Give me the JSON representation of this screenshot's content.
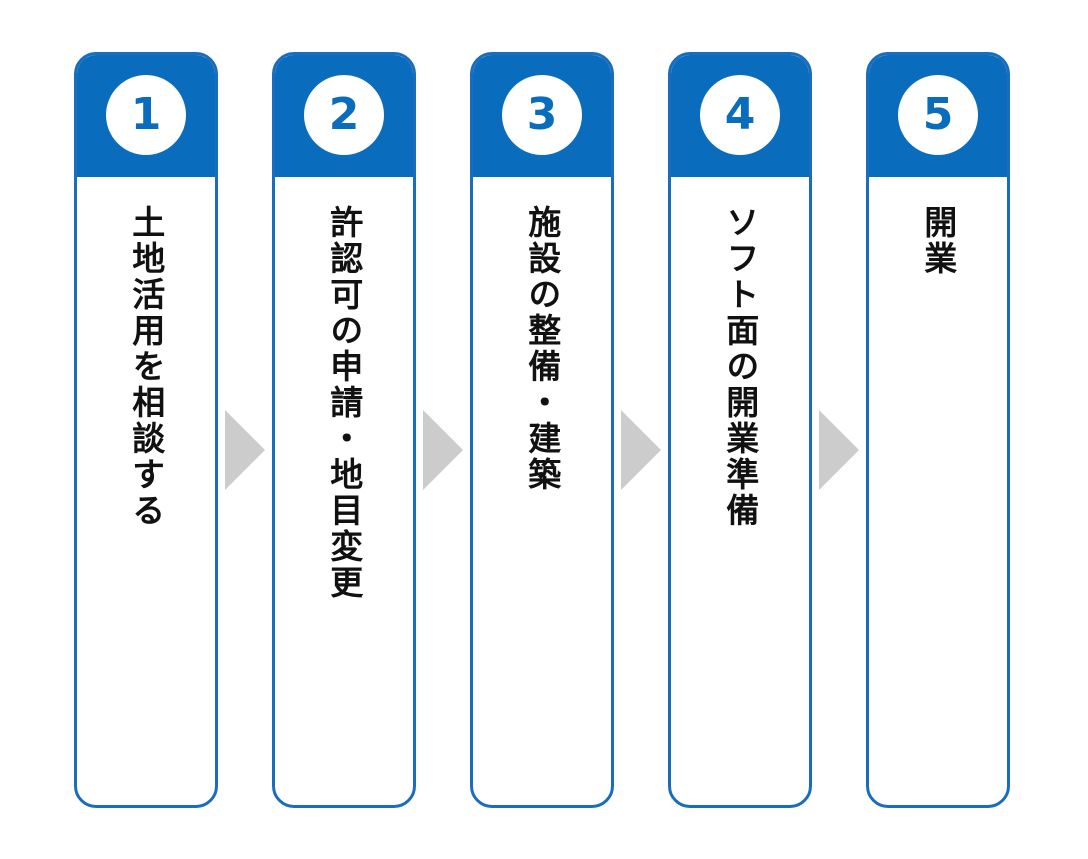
{
  "steps": [
    {
      "number": "1",
      "label": "土地活用を相談する"
    },
    {
      "number": "2",
      "label": "許認可の申請・地目変更"
    },
    {
      "number": "3",
      "label": "施設の整備・建築"
    },
    {
      "number": "4",
      "label": "ソフト面の開業準備"
    },
    {
      "number": "5",
      "label": "開業"
    }
  ],
  "colors": {
    "header": "#0a6cbd",
    "border": "#1a6dbd",
    "arrow": "#cccccc",
    "text": "#111111"
  }
}
